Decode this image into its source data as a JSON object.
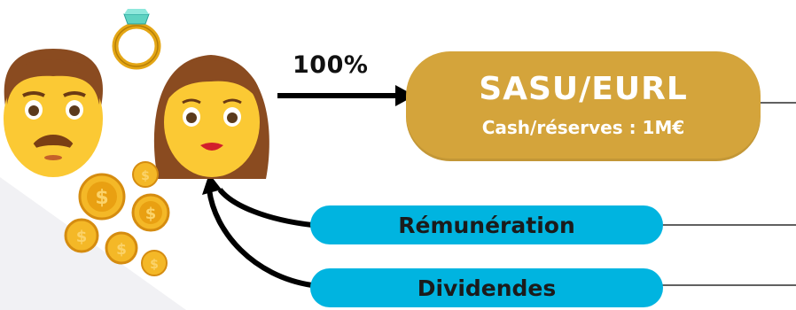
{
  "arrow_label": "100%",
  "company": {
    "name": "SASU/EURL",
    "detail": "Cash/réserves : 1M€"
  },
  "flows": {
    "remuneration": "Rémunération",
    "dividends": "Dividendes"
  },
  "colors": {
    "company_box": "#d4a43b",
    "flow_pill": "#00b4e0",
    "arrows": "#000000"
  },
  "icons": [
    "man-emoji-icon",
    "woman-emoji-icon",
    "ring-icon",
    "gold-coins-icon"
  ]
}
